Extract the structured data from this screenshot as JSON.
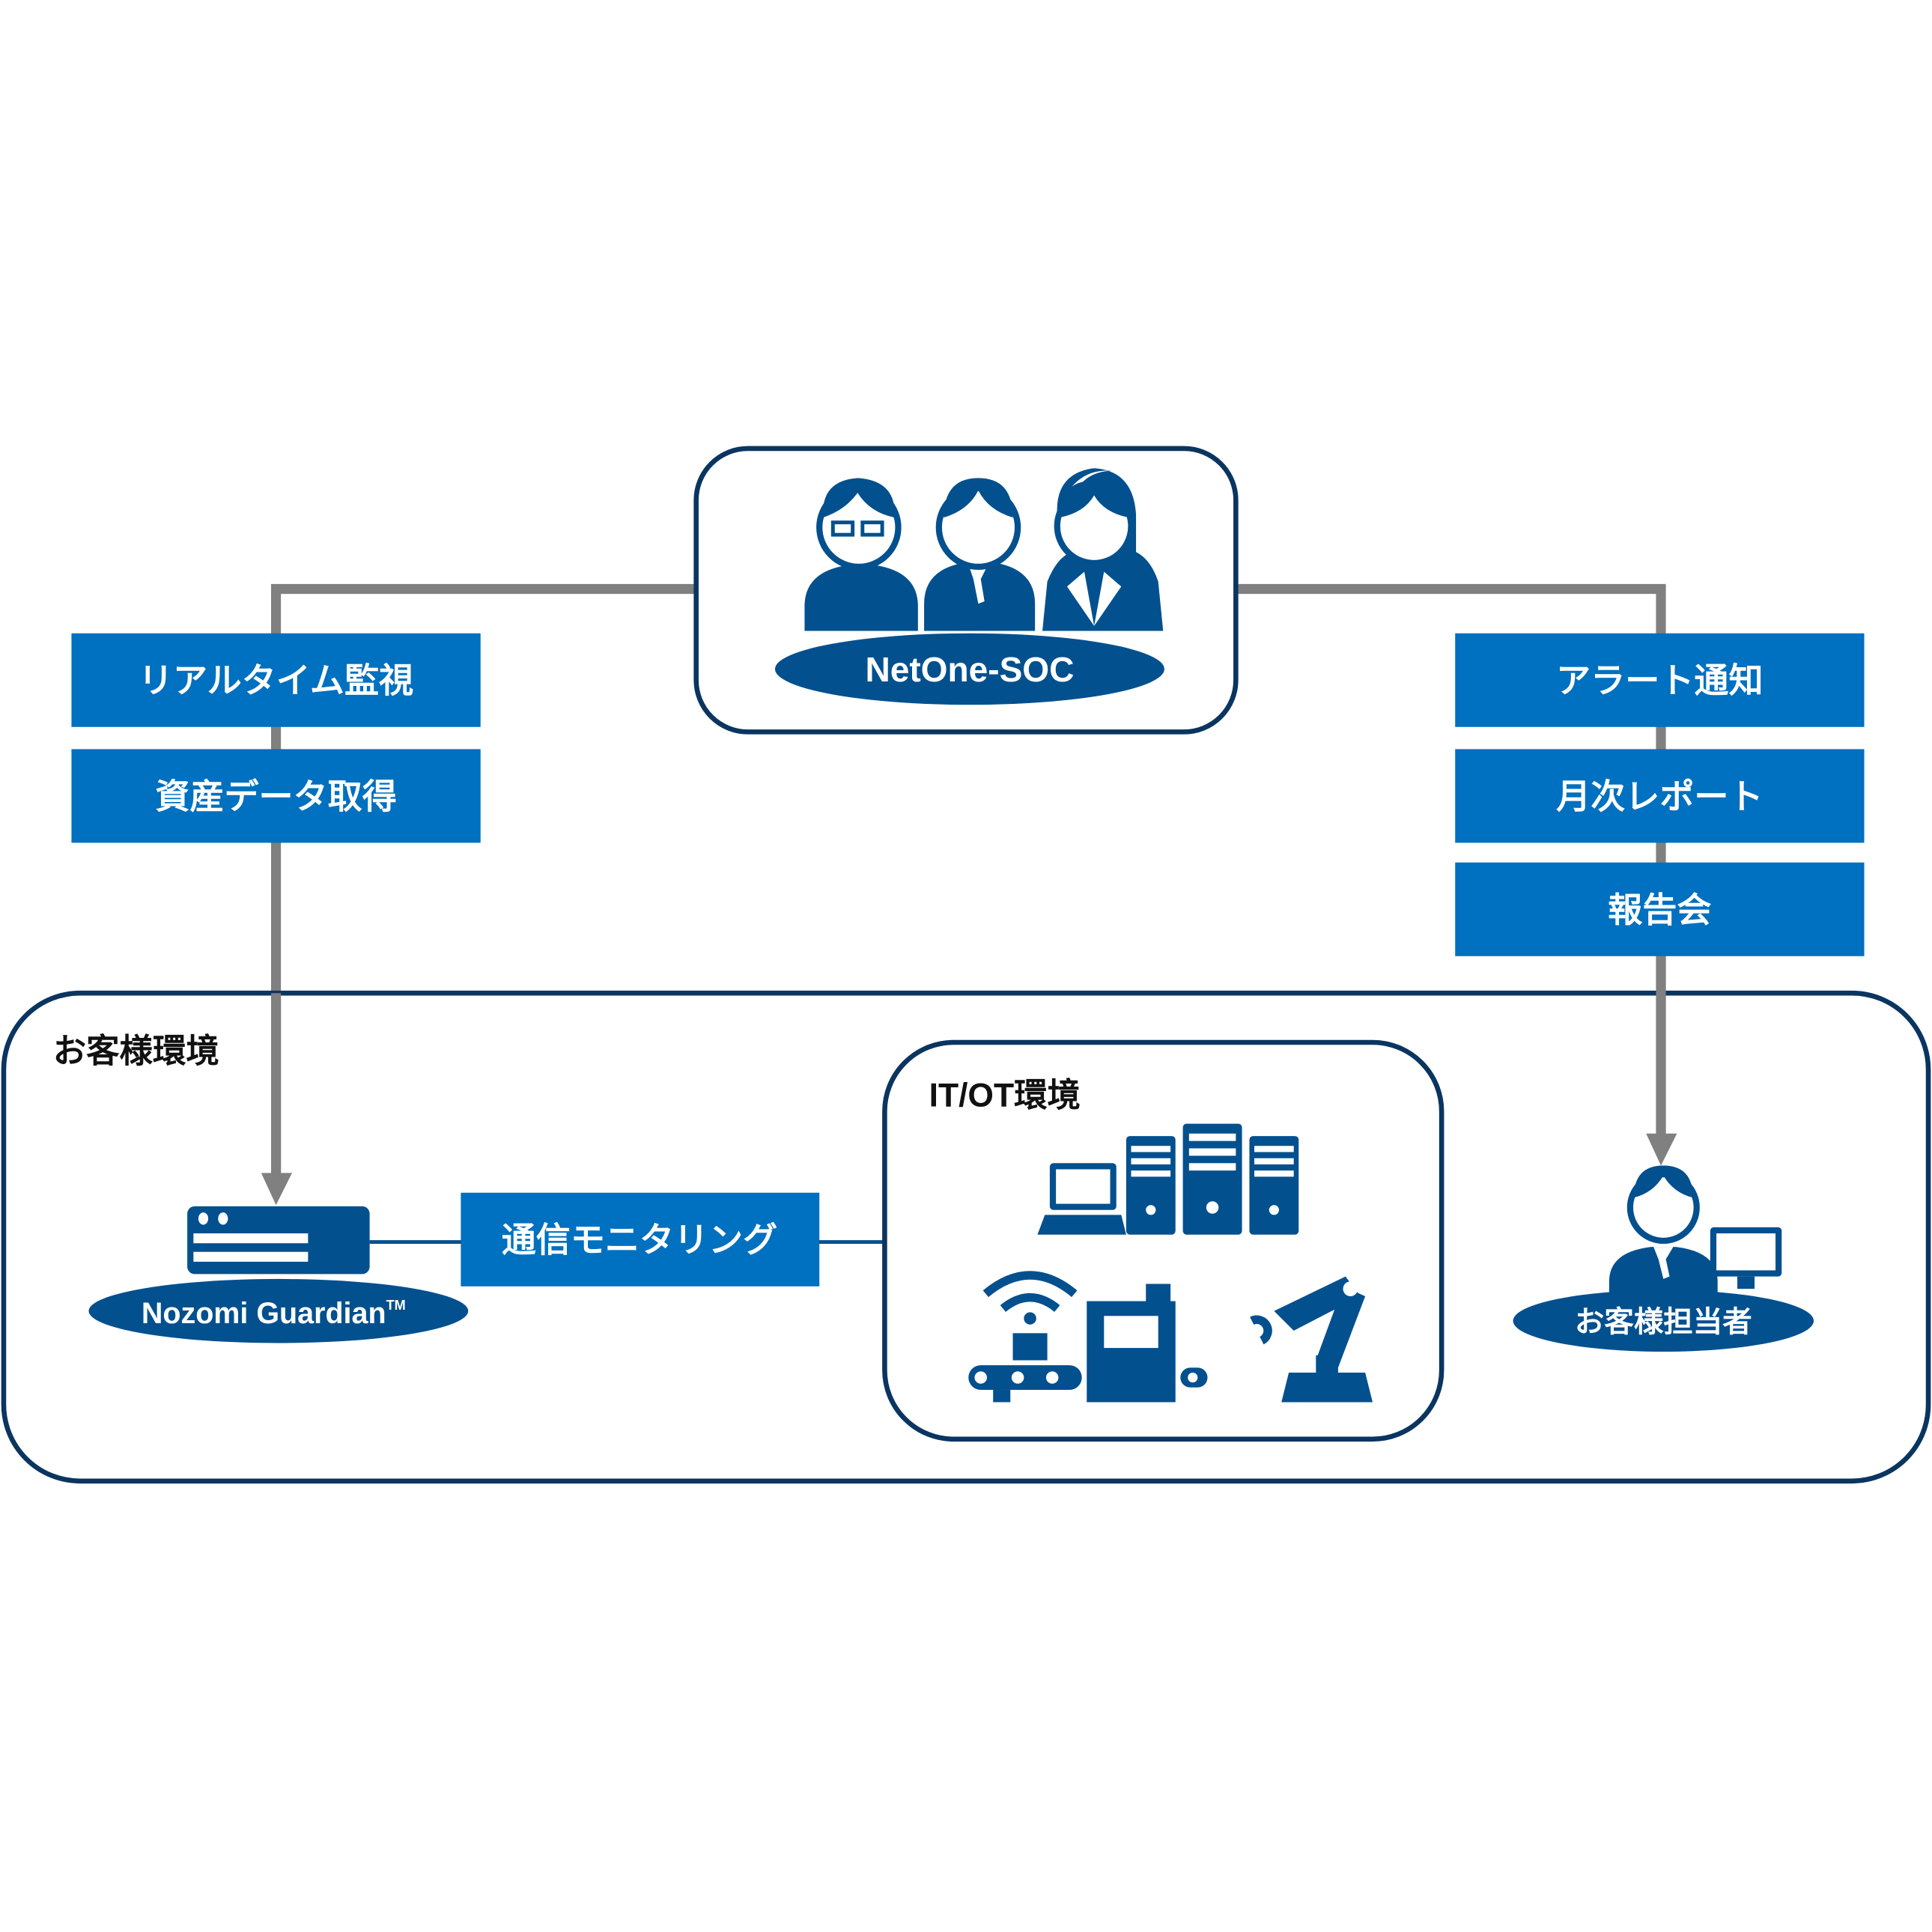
{
  "soc": {
    "label": "NetOne-SOC"
  },
  "left_services": [
    "リアルタイム監視",
    "資産データ取得"
  ],
  "right_services": [
    "アラート通知",
    "月次レポート",
    "報告会"
  ],
  "customer_env": {
    "label": "お客様環境"
  },
  "itot_env": {
    "label": "IT/OT環境"
  },
  "nozomi": {
    "label": "Nozomi Guardian",
    "tm": "TM"
  },
  "monitoring": {
    "label": "通信モニタリング"
  },
  "customer_contact": {
    "label": "お客様担当者"
  },
  "colors": {
    "box_blue": "#0070c0",
    "icon_navy": "#03508f",
    "border": "#0a3560",
    "arrow_gray": "#808080"
  }
}
